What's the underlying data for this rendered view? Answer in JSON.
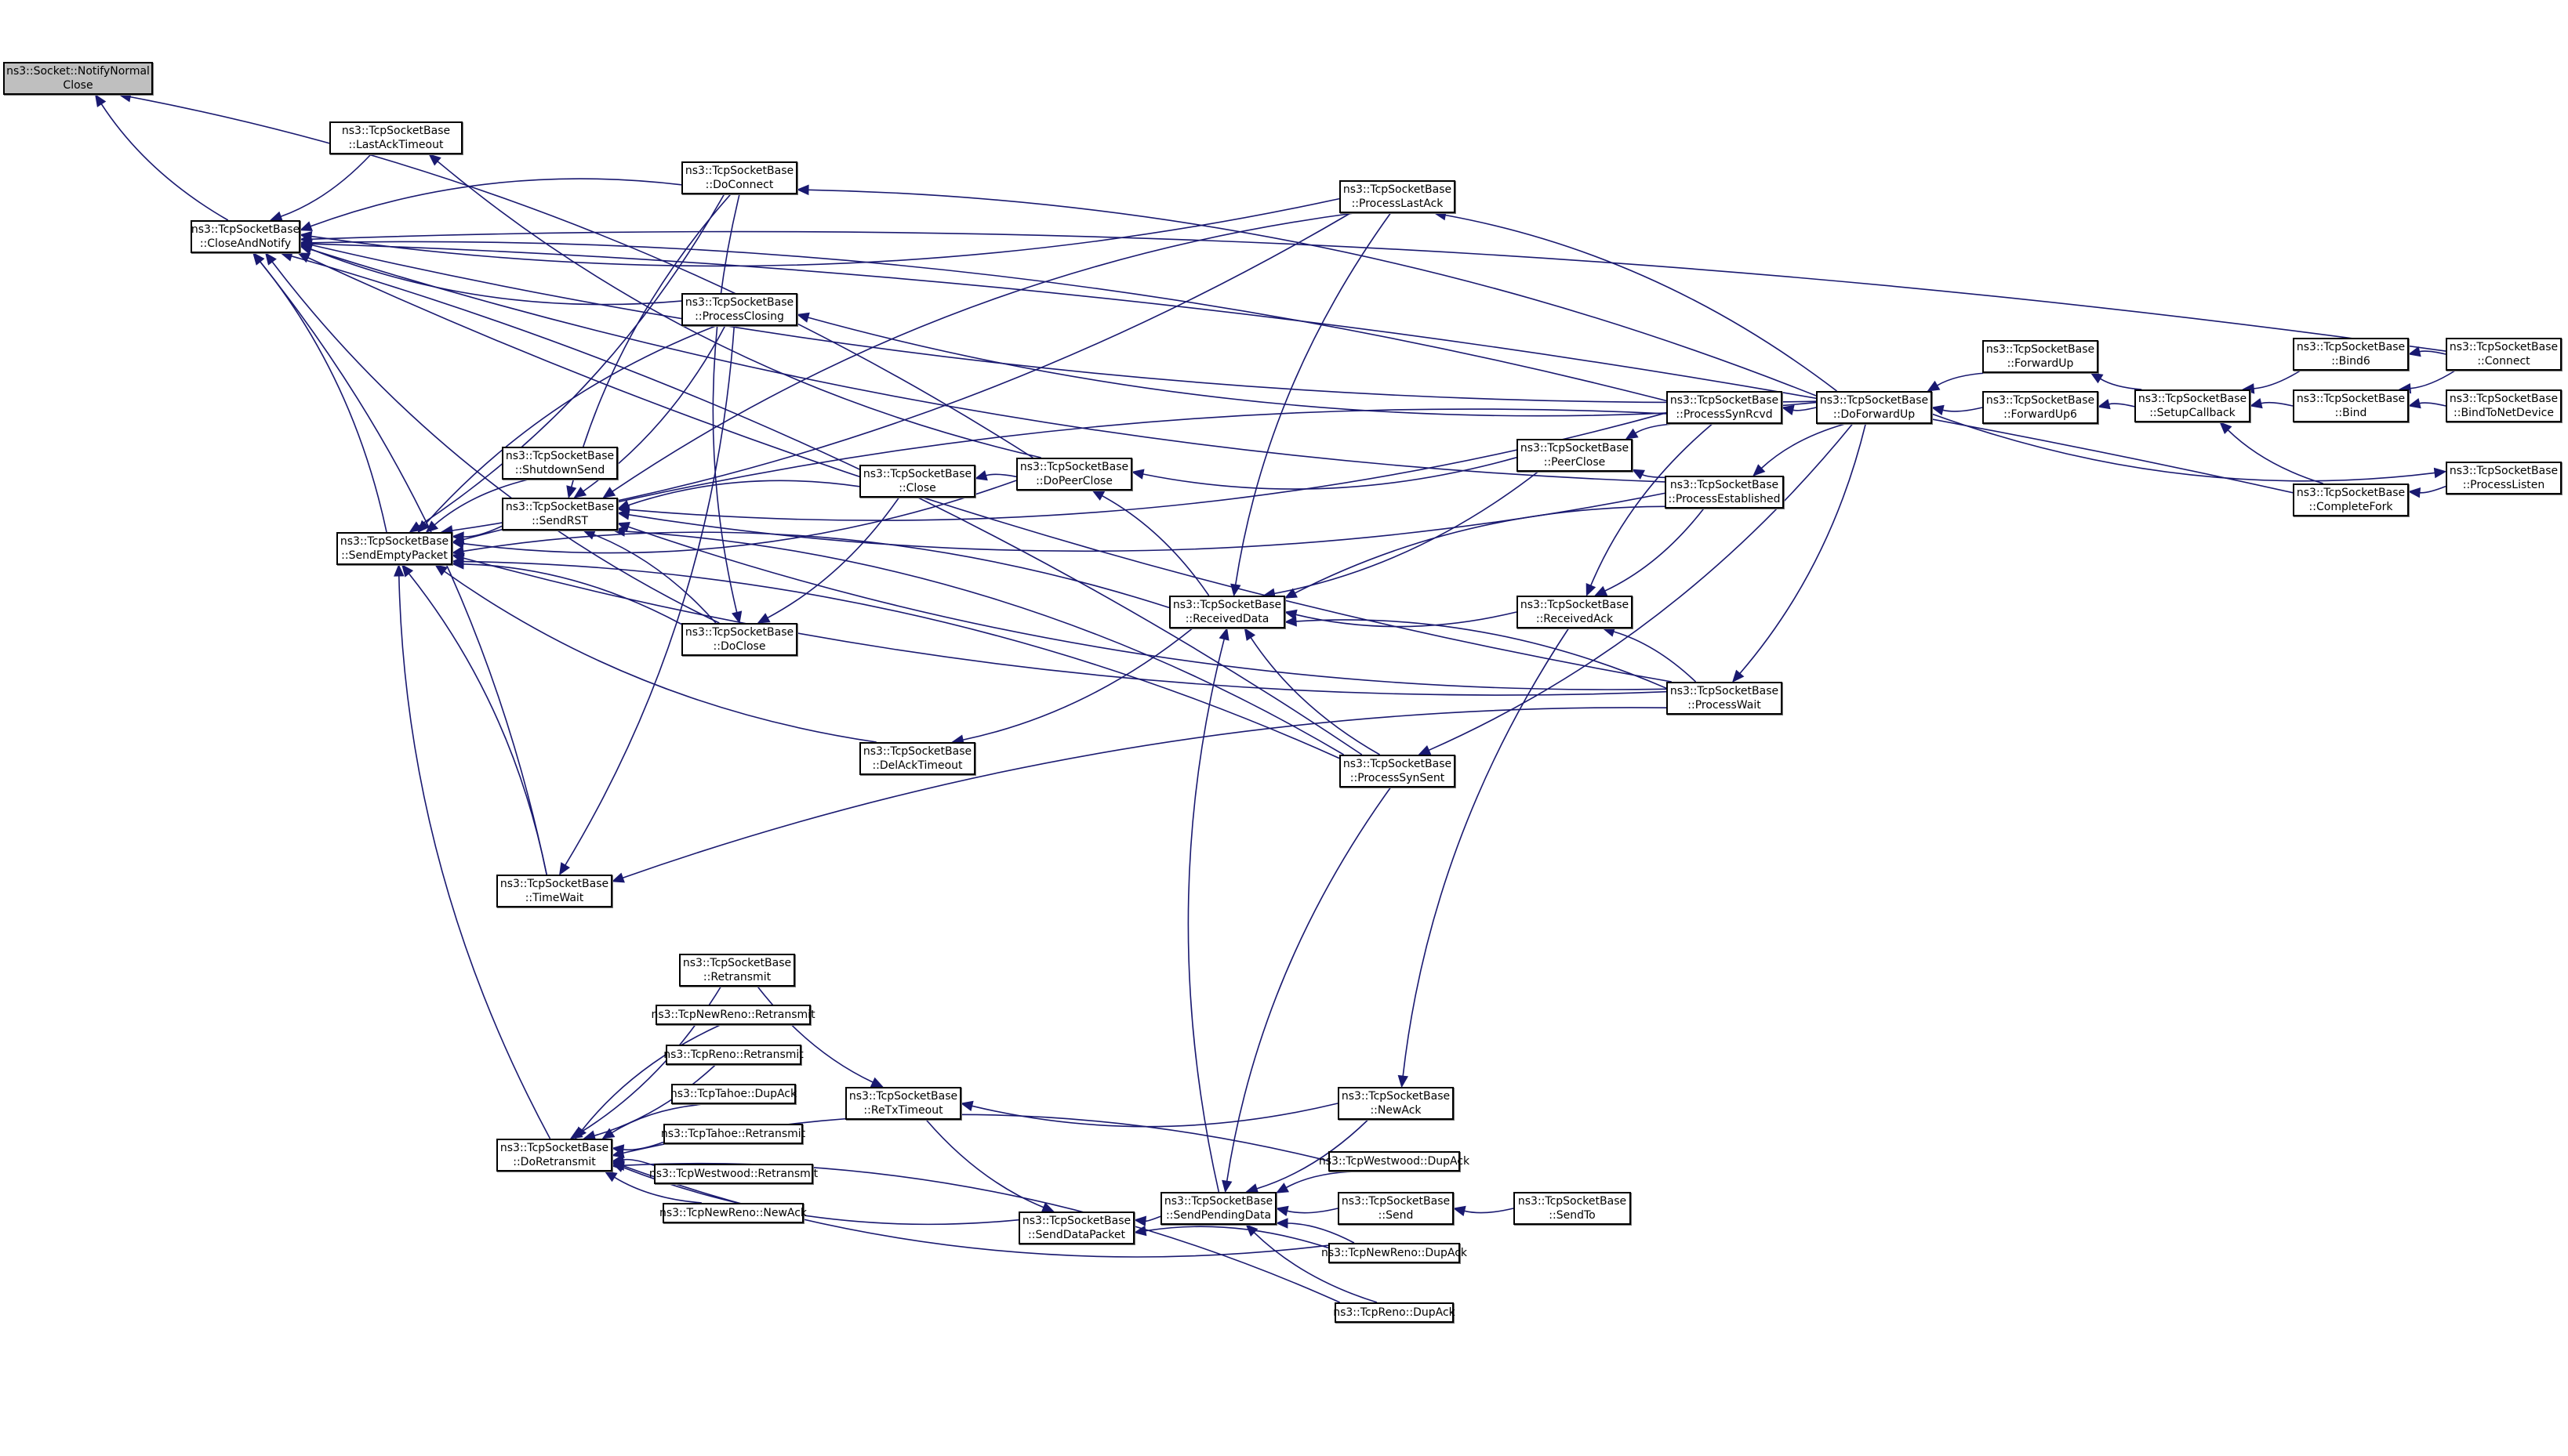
{
  "diagram": {
    "type": "doxygen-caller-graph",
    "root": "notify_normal_close",
    "colors": {
      "edge": "#191970",
      "root_fill": "#bfbfbf",
      "node_fill": "#ffffff",
      "border": "#000000"
    },
    "nodes": [
      {
        "id": "notify_normal_close",
        "l1": "ns3::Socket::NotifyNormal",
        "l2": "Close"
      },
      {
        "id": "close_and_notify",
        "l1": "ns3::TcpSocketBase",
        "l2": "::CloseAndNotify"
      },
      {
        "id": "last_ack_timeout",
        "l1": "ns3::TcpSocketBase",
        "l2": "::LastAckTimeout"
      },
      {
        "id": "do_connect",
        "l1": "ns3::TcpSocketBase",
        "l2": "::DoConnect"
      },
      {
        "id": "process_closing",
        "l1": "ns3::TcpSocketBase",
        "l2": "::ProcessClosing"
      },
      {
        "id": "shutdown_send",
        "l1": "ns3::TcpSocketBase",
        "l2": "::ShutdownSend"
      },
      {
        "id": "send_empty_packet",
        "l1": "ns3::TcpSocketBase",
        "l2": "::SendEmptyPacket"
      },
      {
        "id": "send_rst",
        "l1": "ns3::TcpSocketBase",
        "l2": "::SendRST"
      },
      {
        "id": "do_close",
        "l1": "ns3::TcpSocketBase",
        "l2": "::DoClose"
      },
      {
        "id": "time_wait",
        "l1": "ns3::TcpSocketBase",
        "l2": "::TimeWait"
      },
      {
        "id": "do_retransmit",
        "l1": "ns3::TcpSocketBase",
        "l2": "::DoRetransmit"
      },
      {
        "id": "tsb_retransmit",
        "l1": "ns3::TcpSocketBase",
        "l2": "::Retransmit"
      },
      {
        "id": "newreno_retransmit",
        "l1": "ns3::TcpNewReno::Retransmit",
        "l2": ""
      },
      {
        "id": "reno_retransmit",
        "l1": "ns3::TcpReno::Retransmit",
        "l2": ""
      },
      {
        "id": "tahoe_dupack",
        "l1": "ns3::TcpTahoe::DupAck",
        "l2": ""
      },
      {
        "id": "tahoe_retransmit",
        "l1": "ns3::TcpTahoe::Retransmit",
        "l2": ""
      },
      {
        "id": "westwood_retransmit",
        "l1": "ns3::TcpWestwood::Retransmit",
        "l2": ""
      },
      {
        "id": "newreno_newack",
        "l1": "ns3::TcpNewReno::NewAck",
        "l2": ""
      },
      {
        "id": "close",
        "l1": "ns3::TcpSocketBase",
        "l2": "::Close"
      },
      {
        "id": "do_peer_close",
        "l1": "ns3::TcpSocketBase",
        "l2": "::DoPeerClose"
      },
      {
        "id": "del_ack_timeout",
        "l1": "ns3::TcpSocketBase",
        "l2": "::DelAckTimeout"
      },
      {
        "id": "retx_timeout",
        "l1": "ns3::TcpSocketBase",
        "l2": "::ReTxTimeout"
      },
      {
        "id": "send_data_packet",
        "l1": "ns3::TcpSocketBase",
        "l2": "::SendDataPacket"
      },
      {
        "id": "send_pending_data",
        "l1": "ns3::TcpSocketBase",
        "l2": "::SendPendingData"
      },
      {
        "id": "received_data",
        "l1": "ns3::TcpSocketBase",
        "l2": "::ReceivedData"
      },
      {
        "id": "process_last_ack",
        "l1": "ns3::TcpSocketBase",
        "l2": "::ProcessLastAck"
      },
      {
        "id": "process_syn_sent",
        "l1": "ns3::TcpSocketBase",
        "l2": "::ProcessSynSent"
      },
      {
        "id": "new_ack",
        "l1": "ns3::TcpSocketBase",
        "l2": "::NewAck"
      },
      {
        "id": "westwood_dupack",
        "l1": "ns3::TcpWestwood::DupAck",
        "l2": ""
      },
      {
        "id": "send",
        "l1": "ns3::TcpSocketBase",
        "l2": "::Send"
      },
      {
        "id": "newreno_dupack",
        "l1": "ns3::TcpNewReno::DupAck",
        "l2": ""
      },
      {
        "id": "reno_dupack",
        "l1": "ns3::TcpReno::DupAck",
        "l2": ""
      },
      {
        "id": "peer_close",
        "l1": "ns3::TcpSocketBase",
        "l2": "::PeerClose"
      },
      {
        "id": "received_ack",
        "l1": "ns3::TcpSocketBase",
        "l2": "::ReceivedAck"
      },
      {
        "id": "send_to",
        "l1": "ns3::TcpSocketBase",
        "l2": "::SendTo"
      },
      {
        "id": "process_syn_rcvd",
        "l1": "ns3::TcpSocketBase",
        "l2": "::ProcessSynRcvd"
      },
      {
        "id": "process_established",
        "l1": "ns3::TcpSocketBase",
        "l2": "::ProcessEstablished"
      },
      {
        "id": "process_wait",
        "l1": "ns3::TcpSocketBase",
        "l2": "::ProcessWait"
      },
      {
        "id": "do_forward_up",
        "l1": "ns3::TcpSocketBase",
        "l2": "::DoForwardUp"
      },
      {
        "id": "forward_up",
        "l1": "ns3::TcpSocketBase",
        "l2": "::ForwardUp"
      },
      {
        "id": "forward_up6",
        "l1": "ns3::TcpSocketBase",
        "l2": "::ForwardUp6"
      },
      {
        "id": "setup_callback",
        "l1": "ns3::TcpSocketBase",
        "l2": "::SetupCallback"
      },
      {
        "id": "bind6",
        "l1": "ns3::TcpSocketBase",
        "l2": "::Bind6"
      },
      {
        "id": "bind",
        "l1": "ns3::TcpSocketBase",
        "l2": "::Bind"
      },
      {
        "id": "complete_fork",
        "l1": "ns3::TcpSocketBase",
        "l2": "::CompleteFork"
      },
      {
        "id": "connect",
        "l1": "ns3::TcpSocketBase",
        "l2": "::Connect"
      },
      {
        "id": "bind_to_net_device",
        "l1": "ns3::TcpSocketBase",
        "l2": "::BindToNetDevice"
      },
      {
        "id": "process_listen",
        "l1": "ns3::TcpSocketBase",
        "l2": "::ProcessListen"
      }
    ],
    "edges": [
      [
        "close_and_notify",
        "notify_normal_close"
      ],
      [
        "do_peer_close",
        "notify_normal_close"
      ],
      [
        "last_ack_timeout",
        "close_and_notify"
      ],
      [
        "do_connect",
        "close_and_notify"
      ],
      [
        "process_closing",
        "close_and_notify"
      ],
      [
        "send_empty_packet",
        "close_and_notify"
      ],
      [
        "do_close",
        "close_and_notify"
      ],
      [
        "time_wait",
        "close_and_notify"
      ],
      [
        "process_last_ack",
        "close_and_notify"
      ],
      [
        "process_syn_rcvd",
        "close_and_notify"
      ],
      [
        "process_established",
        "close_and_notify"
      ],
      [
        "connect",
        "close_and_notify"
      ],
      [
        "do_forward_up",
        "close_and_notify"
      ],
      [
        "process_syn_sent",
        "close_and_notify"
      ],
      [
        "process_wait",
        "close_and_notify"
      ],
      [
        "complete_fork",
        "close_and_notify"
      ],
      [
        "do_peer_close",
        "last_ack_timeout"
      ],
      [
        "do_forward_up",
        "do_connect"
      ],
      [
        "do_forward_up",
        "process_closing"
      ],
      [
        "shutdown_send",
        "send_empty_packet"
      ],
      [
        "send_rst",
        "send_empty_packet"
      ],
      [
        "do_close",
        "send_empty_packet"
      ],
      [
        "do_connect",
        "send_empty_packet"
      ],
      [
        "process_closing",
        "send_empty_packet"
      ],
      [
        "process_last_ack",
        "send_empty_packet"
      ],
      [
        "process_syn_rcvd",
        "send_empty_packet"
      ],
      [
        "do_peer_close",
        "send_empty_packet"
      ],
      [
        "received_data",
        "send_empty_packet"
      ],
      [
        "del_ack_timeout",
        "send_empty_packet"
      ],
      [
        "process_syn_sent",
        "send_empty_packet"
      ],
      [
        "process_wait",
        "send_empty_packet"
      ],
      [
        "time_wait",
        "send_empty_packet"
      ],
      [
        "do_retransmit",
        "send_empty_packet"
      ],
      [
        "do_connect",
        "send_rst"
      ],
      [
        "process_closing",
        "send_rst"
      ],
      [
        "process_last_ack",
        "send_rst"
      ],
      [
        "process_syn_rcvd",
        "send_rst"
      ],
      [
        "close",
        "send_rst"
      ],
      [
        "process_established",
        "send_rst"
      ],
      [
        "do_close",
        "send_rst"
      ],
      [
        "process_wait",
        "send_rst"
      ],
      [
        "process_syn_sent",
        "send_rst"
      ],
      [
        "close",
        "do_close"
      ],
      [
        "do_connect",
        "do_close"
      ],
      [
        "process_closing",
        "time_wait"
      ],
      [
        "process_wait",
        "time_wait"
      ],
      [
        "tsb_retransmit",
        "do_retransmit"
      ],
      [
        "newreno_retransmit",
        "do_retransmit"
      ],
      [
        "reno_retransmit",
        "do_retransmit"
      ],
      [
        "tahoe_dupack",
        "do_retransmit"
      ],
      [
        "tahoe_retransmit",
        "do_retransmit"
      ],
      [
        "westwood_retransmit",
        "do_retransmit"
      ],
      [
        "newreno_newack",
        "do_retransmit"
      ],
      [
        "westwood_dupack",
        "do_retransmit"
      ],
      [
        "newreno_dupack",
        "do_retransmit"
      ],
      [
        "reno_dupack",
        "do_retransmit"
      ],
      [
        "send_data_packet",
        "do_retransmit"
      ],
      [
        "do_peer_close",
        "close"
      ],
      [
        "peer_close",
        "do_peer_close"
      ],
      [
        "received_data",
        "do_peer_close"
      ],
      [
        "received_data",
        "del_ack_timeout"
      ],
      [
        "tsb_retransmit",
        "retx_timeout"
      ],
      [
        "new_ack",
        "retx_timeout"
      ],
      [
        "retx_timeout",
        "send_data_packet"
      ],
      [
        "send_pending_data",
        "send_data_packet"
      ],
      [
        "newreno_dupack",
        "send_data_packet"
      ],
      [
        "new_ack",
        "send_pending_data"
      ],
      [
        "westwood_dupack",
        "send_pending_data"
      ],
      [
        "send",
        "send_pending_data"
      ],
      [
        "newreno_dupack",
        "send_pending_data"
      ],
      [
        "reno_dupack",
        "send_pending_data"
      ],
      [
        "process_syn_sent",
        "send_pending_data"
      ],
      [
        "send_pending_data",
        "received_data"
      ],
      [
        "process_last_ack",
        "received_data"
      ],
      [
        "peer_close",
        "received_data"
      ],
      [
        "process_established",
        "received_data"
      ],
      [
        "received_ack",
        "received_data"
      ],
      [
        "process_wait",
        "received_data"
      ],
      [
        "process_syn_sent",
        "received_data"
      ],
      [
        "do_forward_up",
        "process_last_ack"
      ],
      [
        "do_forward_up",
        "process_syn_sent"
      ],
      [
        "received_ack",
        "new_ack"
      ],
      [
        "send_to",
        "send"
      ],
      [
        "process_syn_rcvd",
        "peer_close"
      ],
      [
        "process_established",
        "peer_close"
      ],
      [
        "process_syn_rcvd",
        "received_ack"
      ],
      [
        "process_established",
        "received_ack"
      ],
      [
        "process_wait",
        "received_ack"
      ],
      [
        "do_forward_up",
        "process_syn_rcvd"
      ],
      [
        "do_forward_up",
        "process_established"
      ],
      [
        "do_forward_up",
        "process_wait"
      ],
      [
        "forward_up",
        "do_forward_up"
      ],
      [
        "forward_up6",
        "do_forward_up"
      ],
      [
        "do_forward_up",
        "process_listen"
      ],
      [
        "setup_callback",
        "forward_up"
      ],
      [
        "setup_callback",
        "forward_up6"
      ],
      [
        "bind6",
        "setup_callback"
      ],
      [
        "bind",
        "setup_callback"
      ],
      [
        "complete_fork",
        "setup_callback"
      ],
      [
        "connect",
        "bind6"
      ],
      [
        "connect",
        "bind"
      ],
      [
        "bind_to_net_device",
        "bind"
      ],
      [
        "process_listen",
        "complete_fork"
      ]
    ]
  }
}
